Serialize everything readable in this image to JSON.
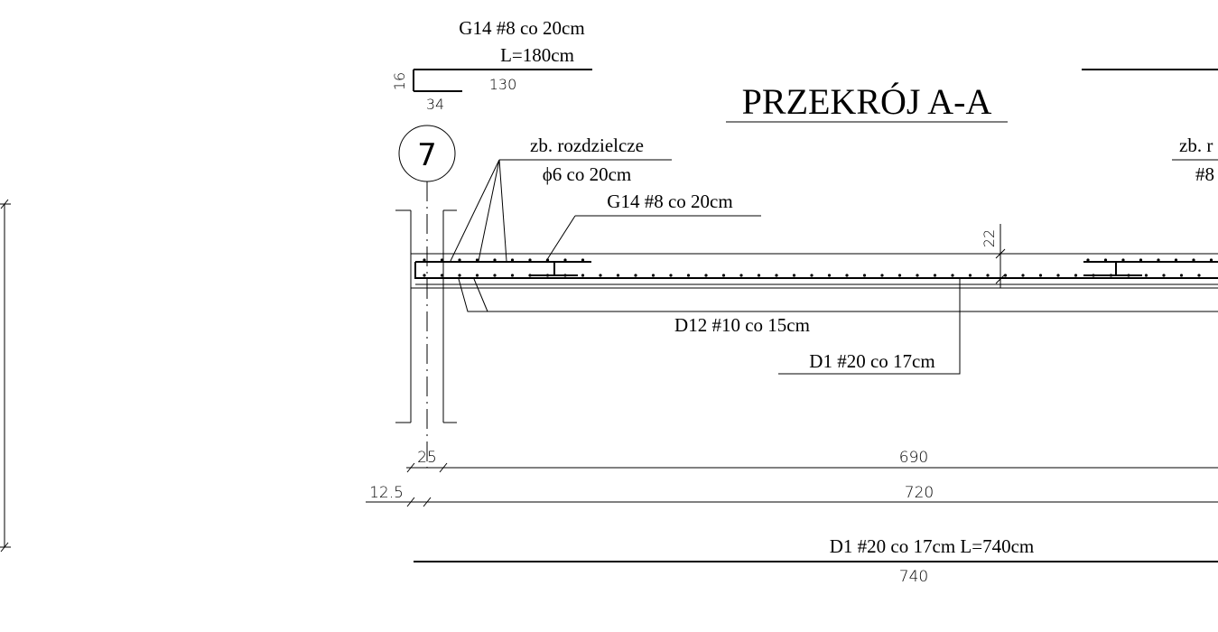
{
  "title": "PRZEKRÓJ A-A",
  "bar_g14_top": {
    "label": "G14 #8 co 20cm",
    "length": "L=180cm",
    "dim_vertical": "16",
    "dim_hook": "34",
    "dim_straight": "130"
  },
  "axis_marker": "7",
  "labels": {
    "distribution": "zb. rozdzielcze",
    "distribution_spec": "ϕ6 co 20cm",
    "g14_in_section": "G14 #8 co 20cm",
    "d12": "D12 #10 co 15cm",
    "d1_section": "D1 #20 co 17cm",
    "right_cut_1": "zb. r",
    "right_cut_2": "#8"
  },
  "dimensions": {
    "slab_thickness": "22",
    "support_width": "25",
    "span_clear": "690",
    "half_support": "12.5",
    "span_axis": "720"
  },
  "bar_d1_bottom": {
    "label": "D1 #20 co 17cm L=740cm",
    "length": "740"
  }
}
